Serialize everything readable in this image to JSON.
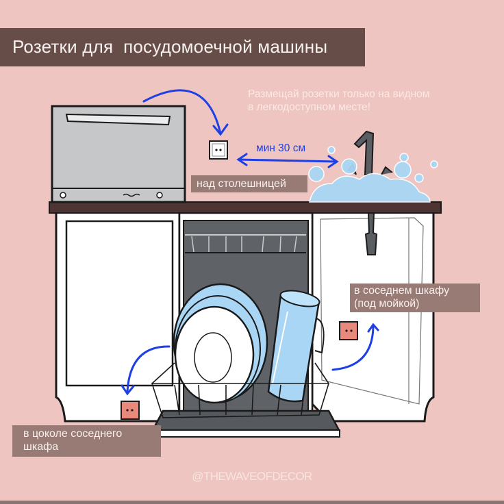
{
  "title": "Розетки для  посудомоечной машины",
  "tip": {
    "line1": "Размещай розетки только на видном",
    "line2": "в легкодоступном месте!"
  },
  "distance_label": "мин 30 см",
  "labels": {
    "above_countertop": "над столешницей",
    "neighbor_cabinet_line1": "в соседнем шкафу",
    "neighbor_cabinet_line2": "(под мойкой)",
    "plinth_line1": "в цоколе соседнего",
    "plinth_line2": "шкафа"
  },
  "watermark": "@THEWAVEOFDECOR",
  "colors": {
    "background": "#eec5c0",
    "title_bar": "#664d48",
    "label_bg": "#997b76",
    "arrow": "#1f3fe6",
    "socket_pink": "#e9897b",
    "countertop": "#4e3432",
    "water": "#a9d6f5"
  },
  "icons": {
    "socket": "power-socket-icon",
    "arrow": "curved-arrow-icon",
    "double_arrow": "double-arrow-icon"
  }
}
